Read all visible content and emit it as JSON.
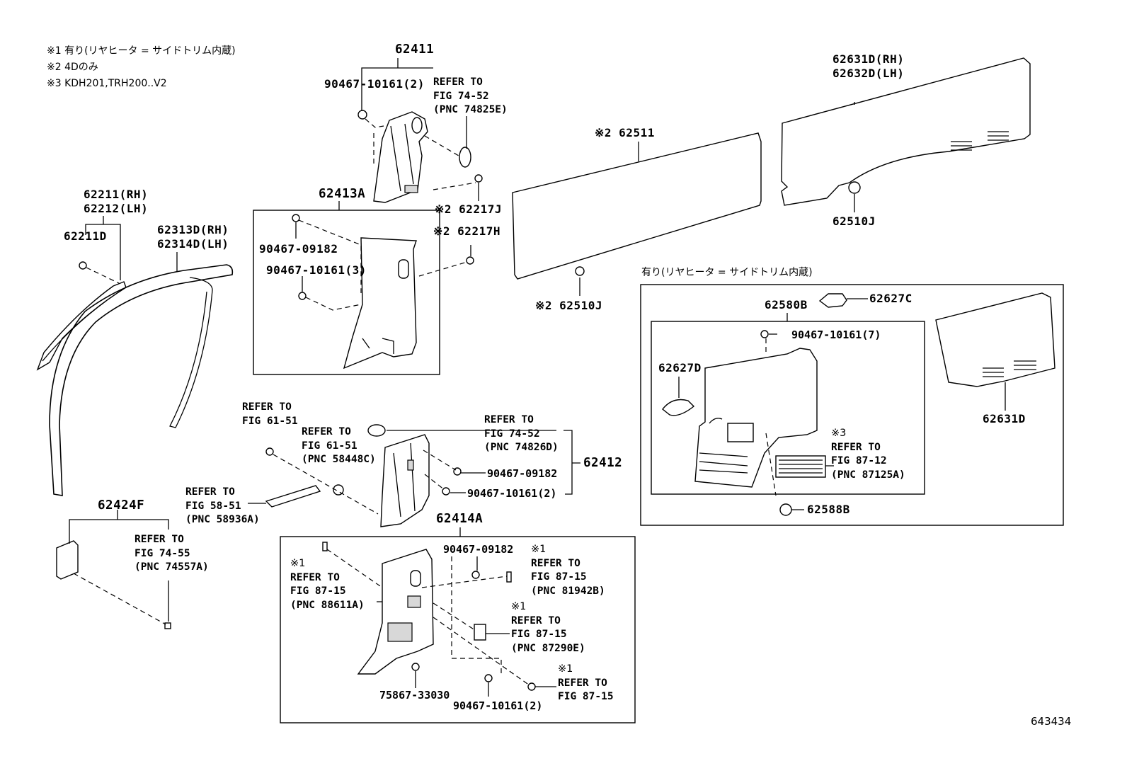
{
  "notes": {
    "n1": "※1 有り(リヤヒータ = サイドトリム内蔵)",
    "n2": "※2 4Dのみ",
    "n3": "※3 KDH201,TRH200..V2"
  },
  "diagram_id": "643434",
  "parts": {
    "p62411": "62411",
    "p90467_10161_2_top": "90467-10161(2)",
    "ref_74_52_top": [
      "REFER TO",
      "FIG 74-52",
      "(PNC 74825E)"
    ],
    "p62217J": "※2 62217J",
    "p62413A": "62413A",
    "p62217H": "※2 62217H",
    "p90467_09182_mid": "90467-09182",
    "p90467_10161_3": "90467-10161(3)",
    "p62211": "62211(RH)",
    "p62212": "62212(LH)",
    "p62211D": "62211D",
    "p62313D": "62313D(RH)",
    "p62314D": "62314D(LH)",
    "p62511": "※2 62511",
    "p62510J_left": "※2 62510J",
    "p62631D_rh": "62631D(RH)",
    "p62632D_lh": "62632D(LH)",
    "p62510J_right": "62510J",
    "heater_box_title": "有り(リヤヒータ = サイドトリム内蔵)",
    "p62580B": "62580B",
    "p62627C": "62627C",
    "p90467_10161_7": "90467-10161(7)",
    "p62627D": "62627D",
    "p62631D": "62631D",
    "ref_87_12": [
      "※3",
      "REFER TO",
      "FIG 87-12",
      "(PNC 87125A)"
    ],
    "p62588B": "62588B",
    "ref_61_51_a": [
      "REFER TO",
      "FIG 61-51"
    ],
    "ref_61_51_b": [
      "REFER TO",
      "FIG 61-51",
      "(PNC 58448C)"
    ],
    "ref_74_52_mid": [
      "REFER TO",
      "FIG 74-52",
      "(PNC 74826D)"
    ],
    "p90467_09182_r": "90467-09182",
    "p90467_10161_2_r": "90467-10161(2)",
    "p62412": "62412",
    "ref_58_51": [
      "REFER TO",
      "FIG 58-51",
      "(PNC 58936A)"
    ],
    "p62414A": "62414A",
    "p62424F": "62424F",
    "ref_74_55": [
      "REFER TO",
      "FIG 74-55",
      "(PNC 74557A)"
    ],
    "ref_87_15_a": [
      "※1",
      "REFER TO",
      "FIG 87-15",
      "(PNC 88611A)"
    ],
    "p90467_09182_b": "90467-09182",
    "ref_87_15_b": [
      "※1",
      "REFER TO",
      "FIG 87-15",
      "(PNC 81942B)"
    ],
    "ref_87_15_c": [
      "※1",
      "REFER TO",
      "FIG 87-15",
      "(PNC 87290E)"
    ],
    "ref_87_15_d": [
      "※1",
      "REFER TO",
      "FIG 87-15"
    ],
    "p75867_33030": "75867-33030",
    "p90467_10161_2_b": "90467-10161(2)"
  }
}
